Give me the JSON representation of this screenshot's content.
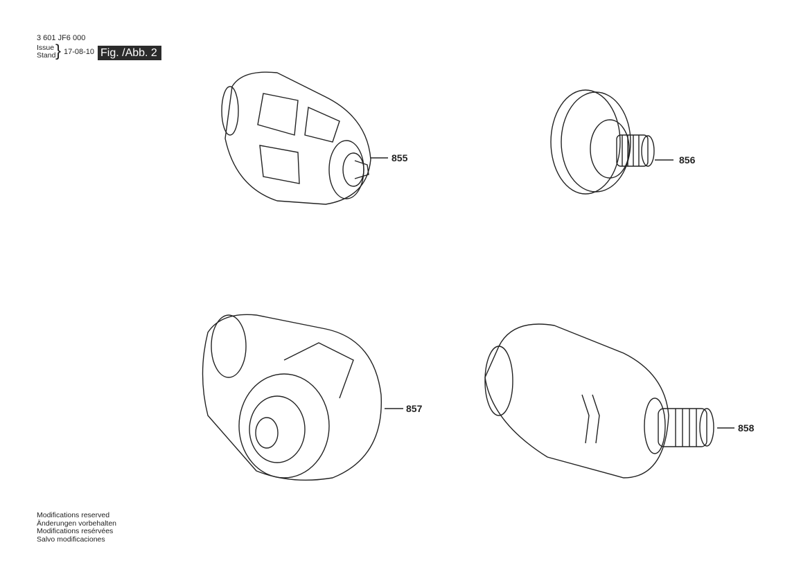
{
  "header": {
    "part_number": "3 601 JF6 000",
    "issue_label": "Issue",
    "stand_label": "Stand",
    "date": "17-08-10",
    "figure": "Fig. /Abb. 2"
  },
  "parts": [
    {
      "id": "855",
      "label": "855"
    },
    {
      "id": "856",
      "label": "856"
    },
    {
      "id": "857",
      "label": "857"
    },
    {
      "id": "858",
      "label": "858"
    }
  ],
  "footer": {
    "lines": [
      "Modifications reserved",
      "Änderungen vorbehalten",
      "Modifications resérvées",
      "Salvo modificaciones"
    ]
  }
}
